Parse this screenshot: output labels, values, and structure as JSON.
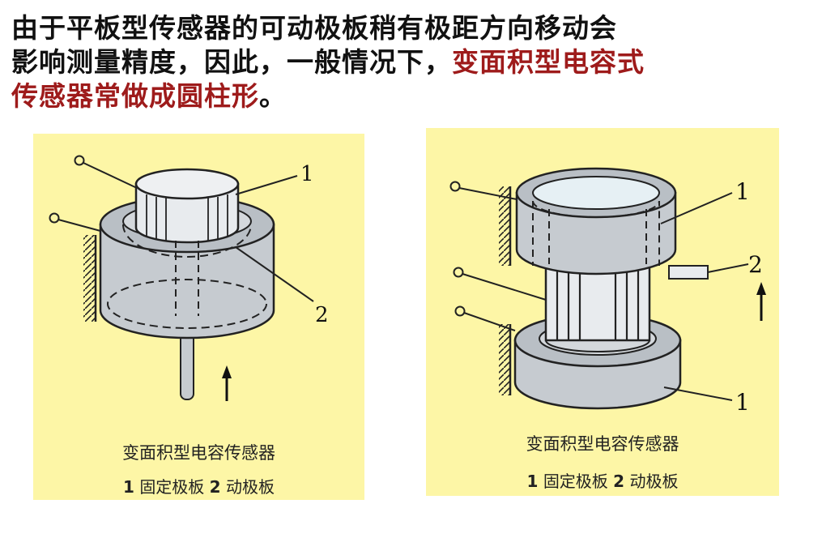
{
  "heading": {
    "line1": "由于平板型传感器的可动极板稍有极距方向移动会",
    "line2_black": "影响测量精度，因此，一般情况下，",
    "line2_red": "变面积型电容式",
    "line3_red": "传感器常做成圆柱形",
    "line3_end": "。"
  },
  "colors": {
    "highlight": "#9e1b1b",
    "panel_bg": "#fdf6a6",
    "metal": "#c6cbd0"
  },
  "figures": [
    {
      "caption": "变面积型电容传感器",
      "legend_n1": "1",
      "legend_t1": "固定极板",
      "legend_n2": "2",
      "legend_t2": "动极板",
      "callouts": [
        "1",
        "2"
      ]
    },
    {
      "caption": "变面积型电容传感器",
      "legend_n1": "1",
      "legend_t1": "固定极板",
      "legend_n2": "2",
      "legend_t2": "动极板",
      "callouts": [
        "1",
        "2",
        "1"
      ]
    }
  ]
}
